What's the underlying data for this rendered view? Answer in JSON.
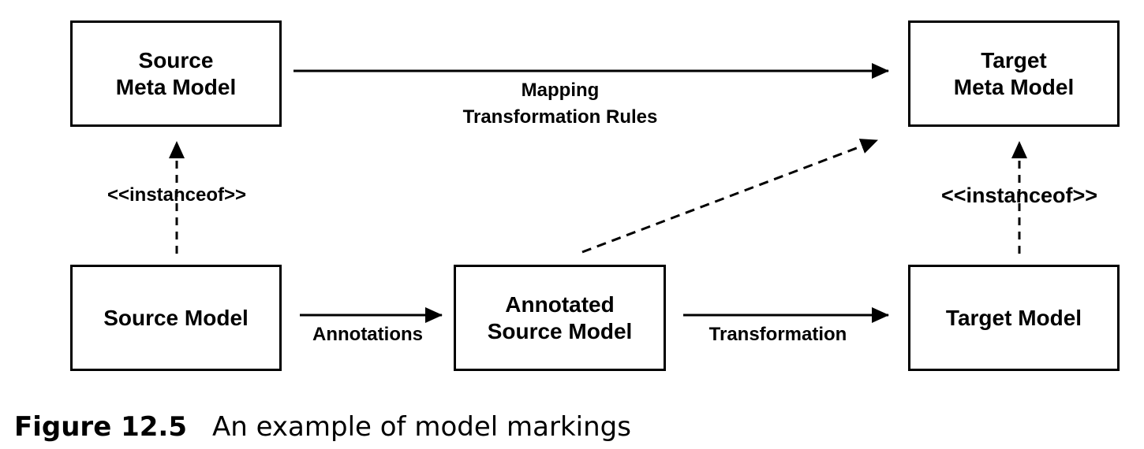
{
  "boxes": {
    "source_meta_model": [
      "Source",
      "Meta Model"
    ],
    "target_meta_model": [
      "Target",
      "Meta Model"
    ],
    "source_model": [
      "Source Model"
    ],
    "annotated_source_model": [
      "Annotated",
      "Source Model"
    ],
    "target_model": [
      "Target Model"
    ]
  },
  "labels": {
    "mapping": [
      "Mapping",
      "Transformation Rules"
    ],
    "instanceof_left": "<<instanceof>>",
    "instanceof_right": "<<instanceof>>",
    "annotations": "Annotations",
    "transformation": "Transformation"
  },
  "caption": {
    "number": "Figure 12.5",
    "text": "An example of model markings"
  },
  "colors": {
    "stroke": "#000000",
    "background": "#ffffff"
  }
}
